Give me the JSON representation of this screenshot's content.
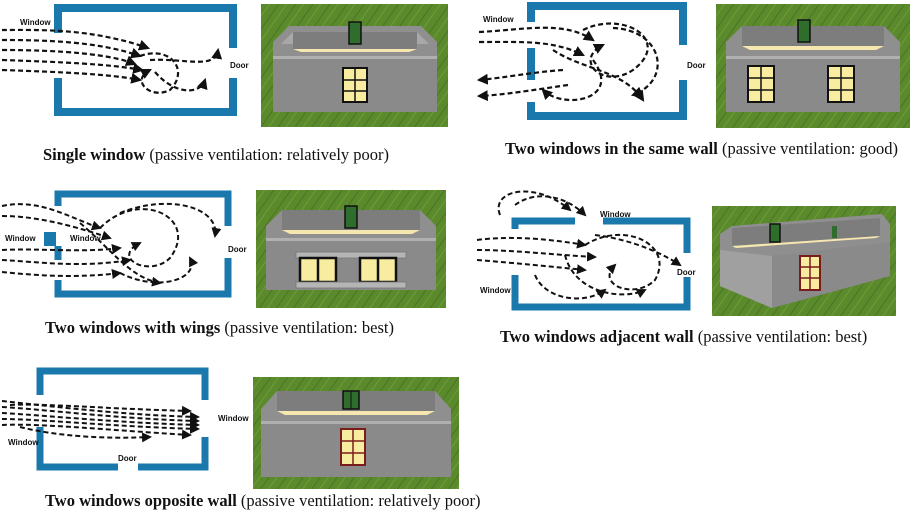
{
  "labels": {
    "window": "Window",
    "door": "Door"
  },
  "configurations": [
    {
      "title": "Single window",
      "note": "(passive ventilation: relatively poor)"
    },
    {
      "title": "Two windows in the same wall",
      "note": "(passive ventilation: good)"
    },
    {
      "title": "Two windows with wings",
      "note": "(passive ventilation: best)"
    },
    {
      "title": "Two windows adjacent wall",
      "note": "(passive ventilation: best)"
    },
    {
      "title": "Two windows opposite wall",
      "note": "(passive ventilation: relatively poor)"
    }
  ],
  "colors": {
    "wall": "#1b78ad",
    "grass": "#5e8a2e",
    "house_wall": "#8c8c8c",
    "floor": "#f6e7b0",
    "window_glass": "#f7eca0"
  }
}
